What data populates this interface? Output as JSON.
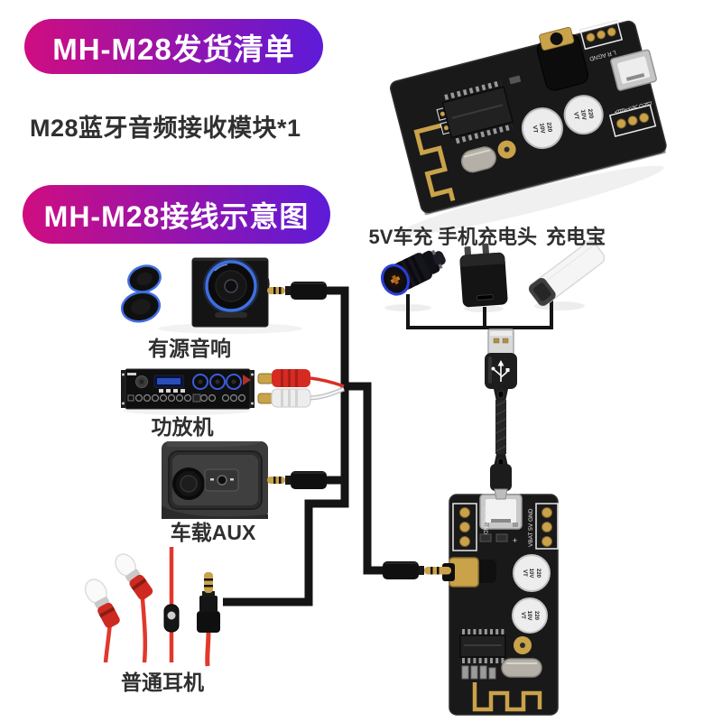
{
  "header": {
    "banner_shipping": "MH-M28发货清单",
    "item_line": "M28蓝牙音频接收模块*1",
    "banner_wiring": "MH-M28接线示意图"
  },
  "colors": {
    "banner_gradient_from": "#d00d80",
    "banner_gradient_to": "#5d1bd8",
    "wire_black": "#141414",
    "pcb_black": "#191919",
    "pcb_gold": "#c9a24a",
    "cable_red": "#e2382c",
    "led_blue": "#3f6fe0",
    "label_text": "#2f2f2f"
  },
  "power_sources": [
    {
      "id": "car-charger",
      "label": "5V车充"
    },
    {
      "id": "phone-charger",
      "label": "手机充电头"
    },
    {
      "id": "power-bank",
      "label": "充电宝"
    }
  ],
  "audio_devices": [
    {
      "id": "powered-speaker",
      "label": "有源音响"
    },
    {
      "id": "amplifier",
      "label": "功放机"
    },
    {
      "id": "car-aux",
      "label": "车载AUX"
    },
    {
      "id": "earphones",
      "label": "普通耳机"
    }
  ],
  "pcb": {
    "pad_row_audio": "L  R  AGND",
    "pad_row_power": "VBAT 5V GND",
    "cap_lines": [
      "220",
      "10V",
      "VT"
    ]
  }
}
